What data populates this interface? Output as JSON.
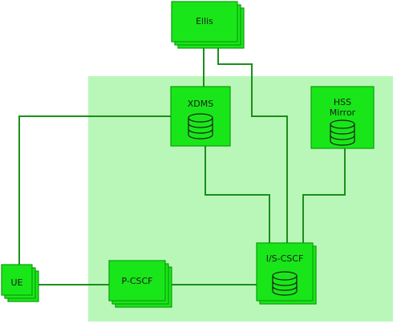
{
  "colors": {
    "region_fill": "#b9f7b9",
    "node_fill": "#19e619",
    "node_stroke": "#0b9e0b",
    "line": "#1a8f1a",
    "db_icon_stroke": "#1a1a1a"
  },
  "nodes": {
    "ellis": {
      "label": "Ellis"
    },
    "xdms": {
      "label": "XDMS",
      "icon": "database-icon"
    },
    "hss_mirror": {
      "label_line1": "HSS",
      "label_line2": "Mirror",
      "icon": "database-icon"
    },
    "ue": {
      "label": "UE"
    },
    "p_cscf": {
      "label": "P-CSCF"
    },
    "is_cscf": {
      "label": "I/S-CSCF",
      "icon": "database-icon"
    }
  }
}
